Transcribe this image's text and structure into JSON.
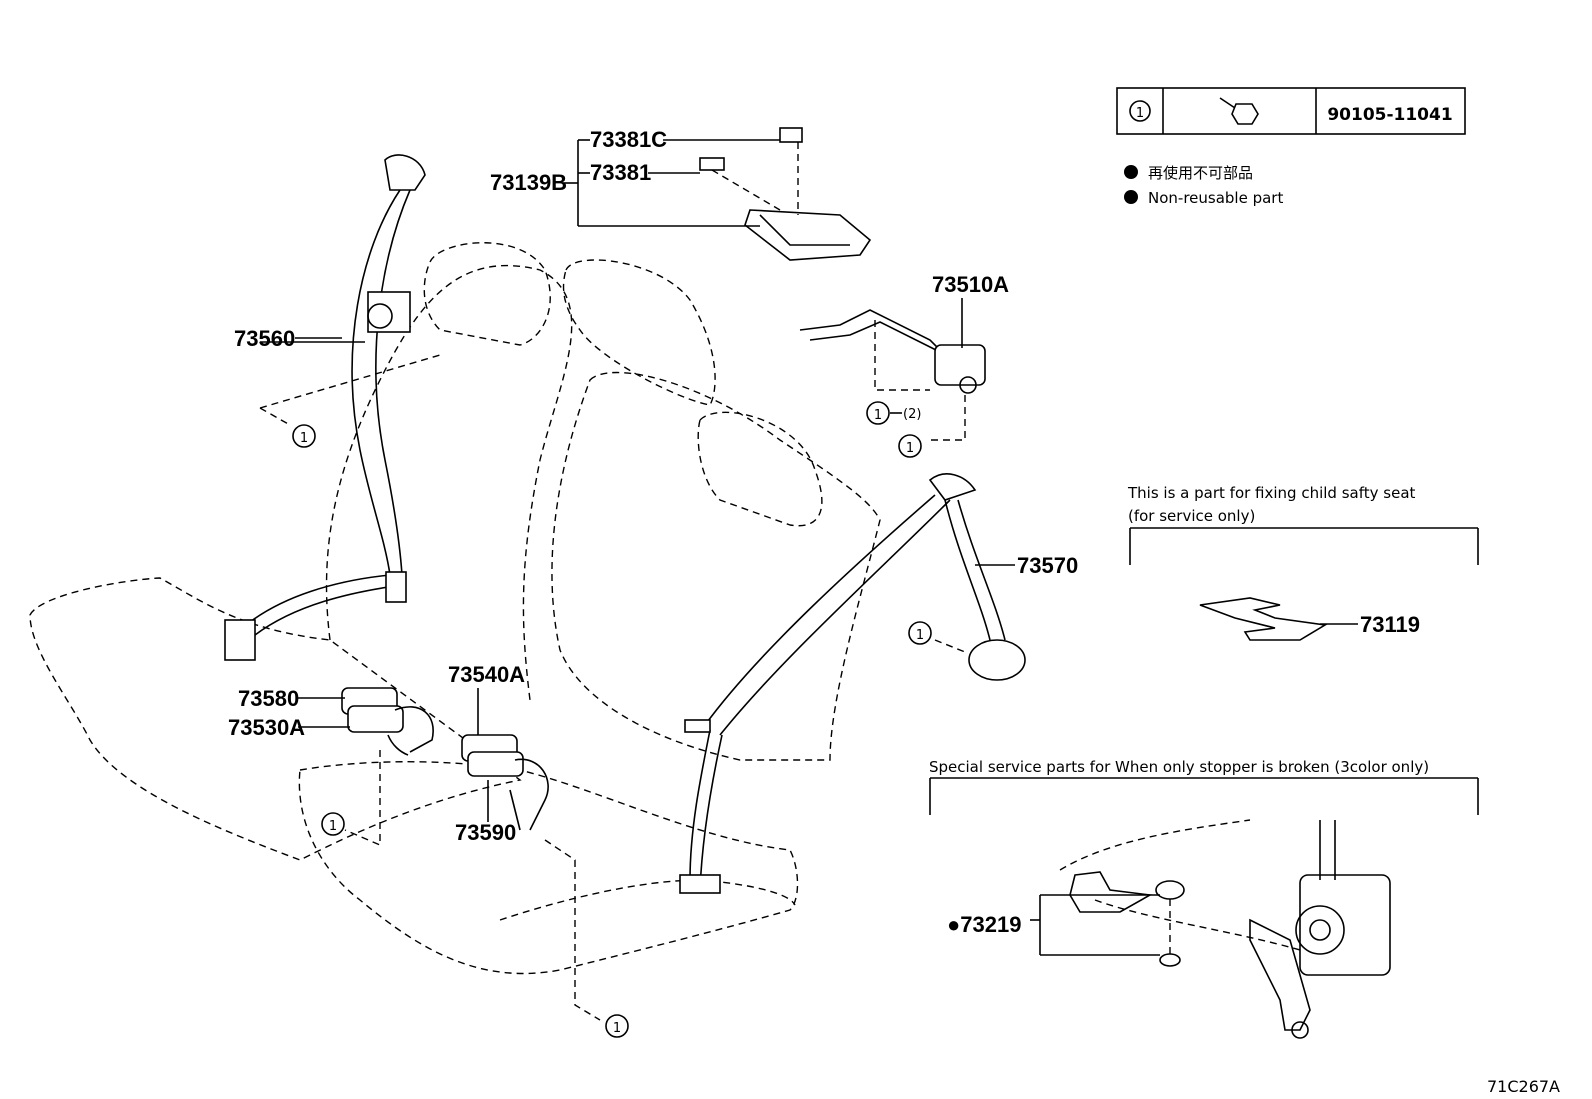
{
  "legend": {
    "ref_symbol": "①",
    "part_number": "90105-11041",
    "notes": [
      "再使用不可部品",
      "Non-reusable part"
    ]
  },
  "labels": {
    "p73381C": "73381C",
    "p73381": "73381",
    "p73139B": "73139B",
    "p73510A": "73510A",
    "p73560": "73560",
    "p73570": "73570",
    "p73580": "73580",
    "p73530A": "73530A",
    "p73540A": "73540A",
    "p73590": "73590",
    "p73119": "73119",
    "p73219": "●73219",
    "ref_2": "(2)"
  },
  "child_seat_note": [
    "This is a part for fixing child safty seat",
    "(for service only)"
  ],
  "stopper_note": "Special service parts for When only stopper is broken (3color only)",
  "diagram_code": "71C267A"
}
